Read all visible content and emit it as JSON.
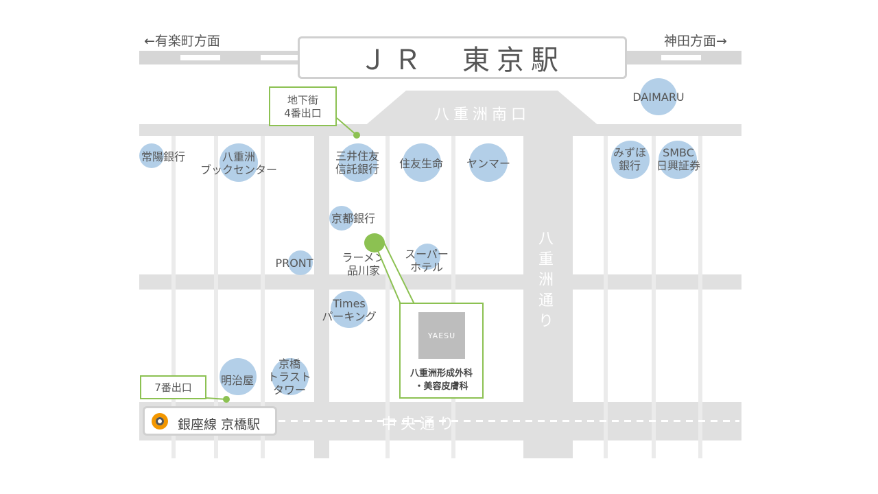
{
  "station": {
    "name": "ＪＲ　東京駅",
    "left_direction": "←有楽町方面",
    "right_direction": "神田方面→"
  },
  "roads": {
    "yaesu_south_exit": "八重洲南口",
    "yaesu_dori": "八重洲通り",
    "chuo_dori": "中央通り"
  },
  "exits": {
    "underground_exit_4": "地下街\n4番出口",
    "exit_7": "7番出口"
  },
  "landmarks": {
    "daimaru": "DAIMARU",
    "joyo_bank": "常陽銀行",
    "yaesu_book_center": "八重洲\nブックセンター",
    "mitsui_sumitomo_trust": "三井住友\n信託銀行",
    "sumitomo_life": "住友生命",
    "yanmar": "ヤンマー",
    "mizuho_bank": "みずほ\n銀行",
    "smbc_nikko": "SMBC\n日興証券",
    "kyoto_bank": "京都銀行",
    "pront": "PRONT",
    "ramen_shinagawaya": "ラーメン\n品川家",
    "super_hotel": "スーパー\nホテル",
    "times_parking": "Times\nパーキング",
    "meijiya": "明治屋",
    "kyobashi_trust_tower": "京橋\nトラスト\nタワー"
  },
  "clinic": {
    "logo_text": "YAESU",
    "name": "八重洲形成外科\n・美容皮膚科"
  },
  "subway": {
    "label": "銀座線 京橋駅"
  },
  "colors": {
    "accent_green": "#8cc152",
    "landmark_blue": "#b3cfe8",
    "road_gray": "#e0e0e0",
    "ginza_orange": "#f39700"
  }
}
